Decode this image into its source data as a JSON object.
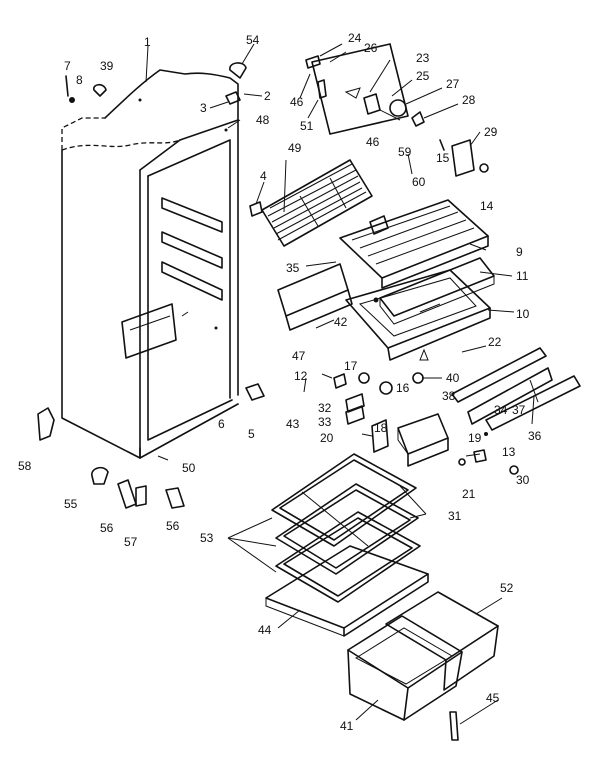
{
  "diagram": {
    "labels": [
      "1",
      "2",
      "3",
      "4",
      "5",
      "6",
      "7",
      "8",
      "9",
      "10",
      "11",
      "12",
      "13",
      "14",
      "15",
      "16",
      "17",
      "18",
      "19",
      "20",
      "21",
      "22",
      "23",
      "24",
      "25",
      "26",
      "27",
      "28",
      "29",
      "30",
      "31",
      "31",
      "32",
      "33",
      "34",
      "35",
      "36",
      "37",
      "38",
      "39",
      "40",
      "41",
      "42",
      "43",
      "44",
      "45",
      "46",
      "46",
      "47",
      "48",
      "49",
      "50",
      "51",
      "52",
      "53",
      "54",
      "55",
      "56",
      "56",
      "57",
      "58",
      "59",
      "60"
    ]
  }
}
